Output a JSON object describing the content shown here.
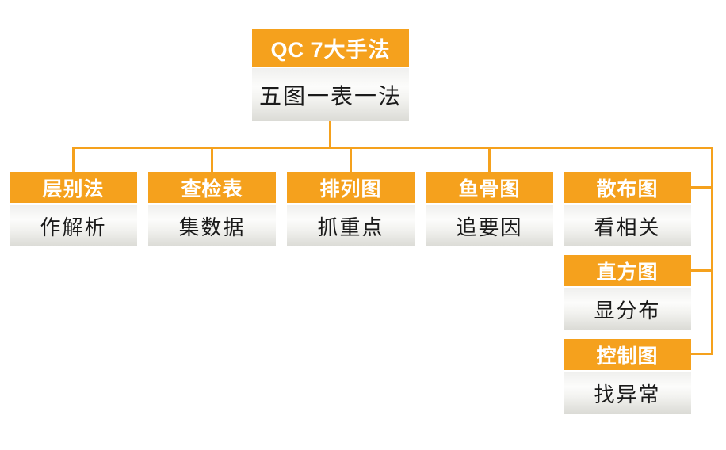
{
  "diagram": {
    "root": {
      "title": "QC 7大手法",
      "subtitle": "五图一表一法"
    },
    "children": [
      {
        "title": "层别法",
        "subtitle": "作解析"
      },
      {
        "title": "查检表",
        "subtitle": "集数据"
      },
      {
        "title": "排列图",
        "subtitle": "抓重点"
      },
      {
        "title": "鱼骨图",
        "subtitle": "追要因"
      },
      {
        "title": "散布图",
        "subtitle": "看相关"
      },
      {
        "title": "直方图",
        "subtitle": "显分布"
      },
      {
        "title": "控制图",
        "subtitle": "找异常"
      }
    ],
    "colors": {
      "accent": "#F5A11D",
      "header_text": "#FFFFFF",
      "body_text": "#1A1A1A",
      "page_bg": "#FFFFFF"
    }
  }
}
